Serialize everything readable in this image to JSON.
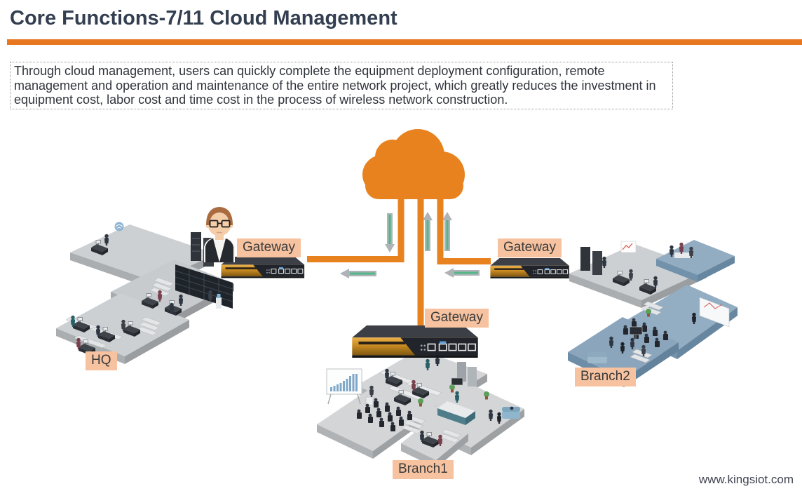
{
  "slide": {
    "title": "Core Functions-7/11 Cloud Management",
    "description": "Through cloud management, users can quickly complete the equipment deployment configuration, remote management and operation and maintenance of the entire network project, which greatly reduces the investment in equipment cost, labor cost and time cost in the process of wireless network construction.",
    "footer": "www.kingsiot.com"
  },
  "diagram": {
    "gateway_labels": [
      "Gateway",
      "Gateway",
      "Gateway"
    ],
    "site_labels": {
      "hq": "HQ",
      "branch1": "Branch1",
      "branch2": "Branch2"
    },
    "icons": {
      "cloud": "cloud-icon",
      "gateway_device": "rack-appliance-icon",
      "admin": "admin-person-icon",
      "arrow_down": "green-down-arrow-icon",
      "arrow_up": "green-up-arrow-icon",
      "arrow_left": "green-left-arrow-icon"
    },
    "colors": {
      "orange": "#E8821E",
      "rule_orange": "#E87722",
      "label_bg": "#F6C29F",
      "arrow_green": "#53B789",
      "arrow_gray": "#ADB3B6",
      "title_text": "#333F50"
    }
  }
}
